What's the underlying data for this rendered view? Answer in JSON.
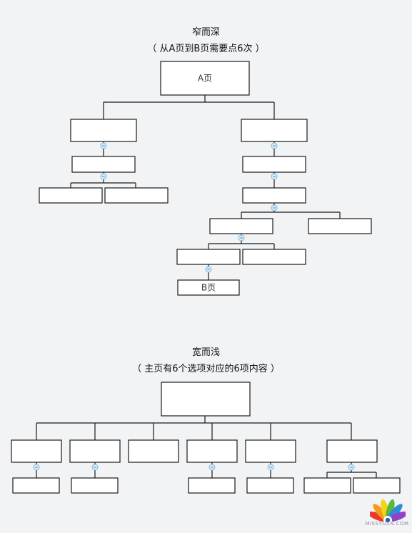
{
  "deep": {
    "title": "窄而深",
    "subtitle": "（ 从A页到B页需要点6次 ）",
    "root_label": "A页",
    "target_label": "B页"
  },
  "wide": {
    "title": "宽而浅",
    "subtitle": "（ 主页有6个选项对应的6项内容 ）"
  },
  "watermark": {
    "text": "MISSYUAN.COM",
    "logo_icon": "peacock-logo-icon"
  }
}
